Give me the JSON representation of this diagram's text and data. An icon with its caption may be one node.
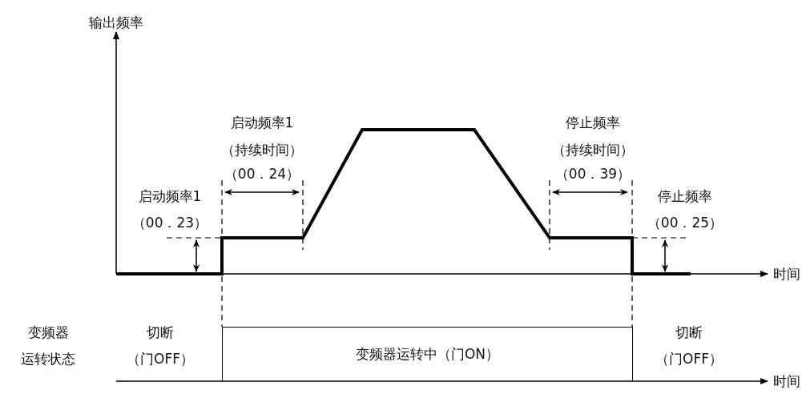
{
  "diagram": {
    "nodes": [
      {
        "text": [
          "变频器运转中（门ON）"
        ]
      }
    ],
    "labels": [
      "输出频率",
      "启动频率1",
      "（持续时间）",
      "（00．24）",
      "停止频率",
      "（持续时间）",
      "（00．39）",
      "启动频率1",
      "（00．23）",
      "停止频率",
      "（00．25）",
      "时间",
      "变频器",
      "运转状态",
      "切断",
      "（门OFF）",
      "切断",
      "（门OFF）",
      "时间"
    ]
  }
}
